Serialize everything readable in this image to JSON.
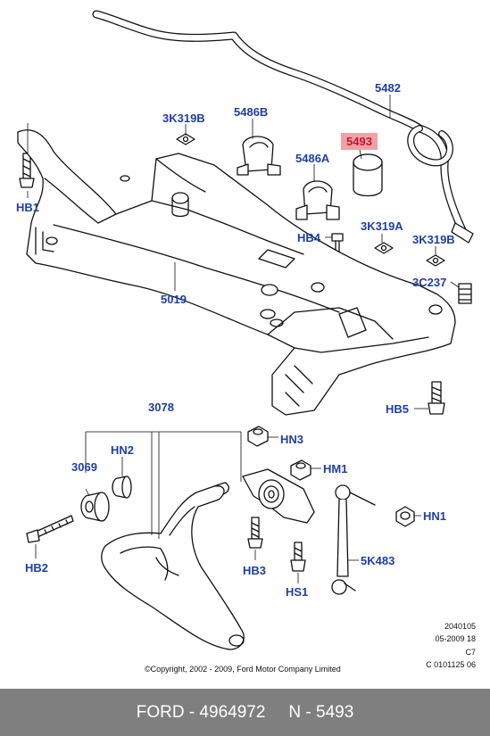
{
  "callouts": {
    "c5482": "5482",
    "c5486B": "5486B",
    "c3K319B_top": "3K319B",
    "c5493": "5493",
    "c5486A": "5486A",
    "cHB1": "HB1",
    "cHB4": "HB4",
    "c3K319A": "3K319A",
    "c3K319B_right": "3K319B",
    "c3C237": "3C237",
    "c5019": "5019",
    "cHB5": "HB5",
    "c3078": "3078",
    "cHN3": "HN3",
    "cHN2": "HN2",
    "cHM1": "HM1",
    "c3069": "3069",
    "cHN1": "HN1",
    "cHB2": "HB2",
    "c5K483": "5K483",
    "cHB3": "HB3",
    "cHS1": "HS1"
  },
  "highlight_color": "#f2a0a8",
  "meta": {
    "line1": "2040105",
    "line2": "05-2009 18",
    "line3": "C7",
    "line4": "C 0101125 06"
  },
  "copyright": "©Copyright, 2002 - 2009, Ford Motor Company Limited",
  "footer": {
    "left": "FORD - 4964972",
    "right": "N - 5493"
  }
}
